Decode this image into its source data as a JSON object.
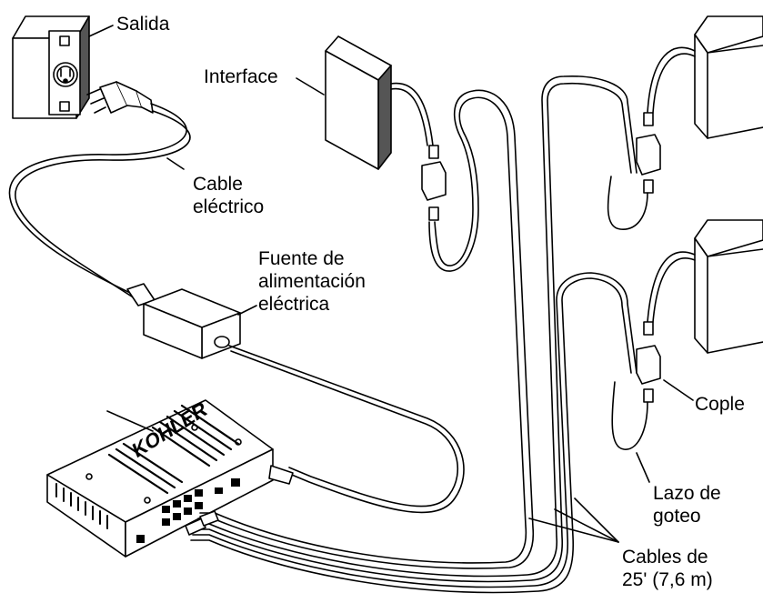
{
  "labels": {
    "outlet": "Salida",
    "power_cord": [
      "Cable",
      "eléctrico"
    ],
    "interface": "Interface",
    "power_supply": [
      "Fuente de",
      "alimentación",
      "eléctrica"
    ],
    "coupler": "Cople",
    "drip_loop": [
      "Lazo de",
      "goteo"
    ],
    "cables": [
      "Cables de",
      "25' (7,6 m)"
    ]
  },
  "brand_logo": "KOHLER"
}
